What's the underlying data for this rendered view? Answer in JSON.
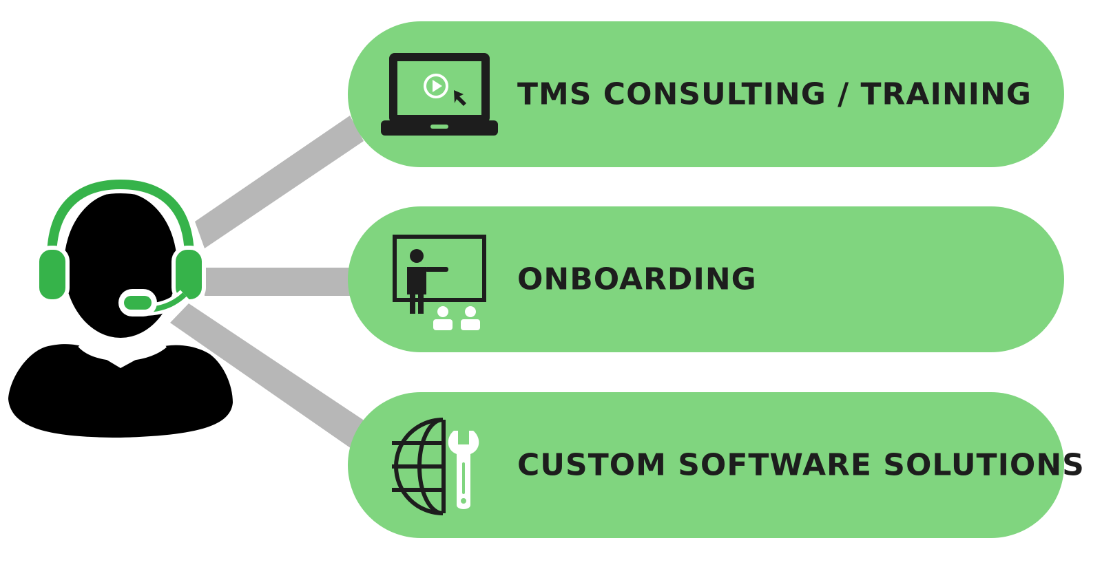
{
  "colors": {
    "pill_fill": "#80d57f",
    "connector": "#b7b7b7",
    "headset": "#36b34a",
    "ink": "#1d1d1d"
  },
  "agent": {
    "icon": "customer-support-agent-icon"
  },
  "services": [
    {
      "label": "TMS CONSULTING / TRAINING",
      "icon": "laptop-video-icon"
    },
    {
      "label": "ONBOARDING",
      "icon": "presentation-board-icon"
    },
    {
      "label": "CUSTOM SOFTWARE SOLUTIONS",
      "icon": "globe-wrench-icon"
    }
  ]
}
